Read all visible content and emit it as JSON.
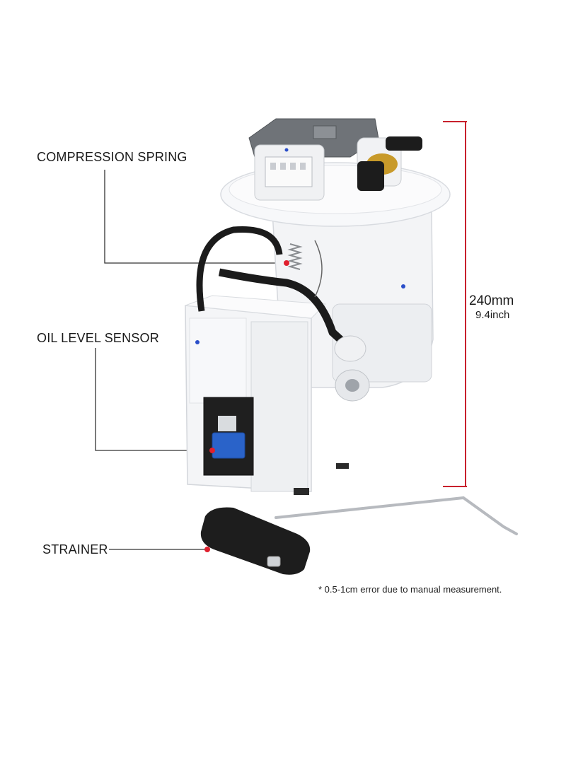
{
  "callouts": {
    "compression_spring": "COMPRESSION SPRING",
    "oil_level_sensor": "OIL LEVEL SENSOR",
    "strainer": "STRAINER"
  },
  "dimension": {
    "metric": "240mm",
    "imperial": "9.4inch"
  },
  "note": "* 0.5-1cm error due to manual measurement.",
  "colors": {
    "accent_red": "#c8202c",
    "leader_line": "#333333"
  }
}
